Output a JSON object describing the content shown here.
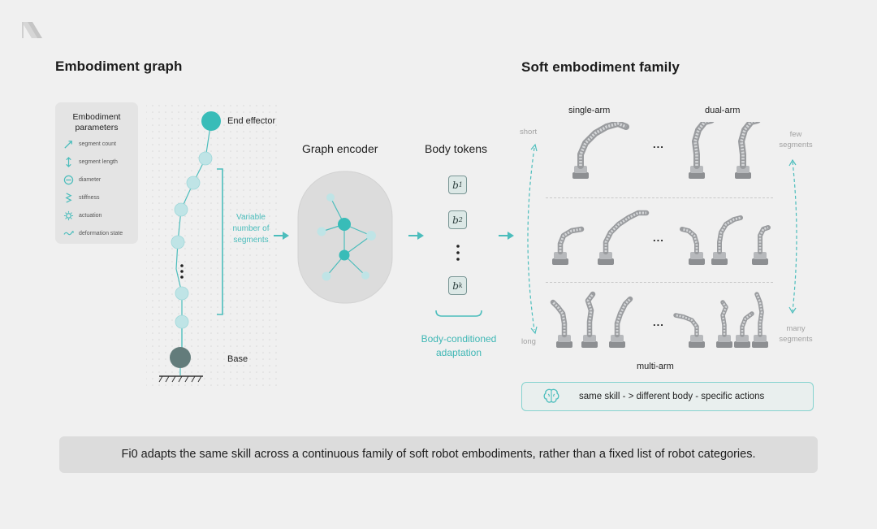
{
  "logo_icon": "diagonal-stripes-logo",
  "titles": {
    "left": "Embodiment graph",
    "right": "Soft embodiment family"
  },
  "params_card": {
    "title": "Embodiment parameters",
    "items": [
      {
        "icon": "diagonal-arrow-icon",
        "label": "segment count"
      },
      {
        "icon": "vertical-arrow-icon",
        "label": "segment length"
      },
      {
        "icon": "circle-minus-icon",
        "label": "diameter"
      },
      {
        "icon": "zigzag-icon",
        "label": "stiffness"
      },
      {
        "icon": "gear-icon",
        "label": "actuation"
      },
      {
        "icon": "wave-icon",
        "label": "deformation state"
      }
    ]
  },
  "graph": {
    "end_effector": "End effector",
    "base": "Base",
    "variable_label": "Variable number of segments"
  },
  "encoder": {
    "title": "Graph encoder"
  },
  "tokens": {
    "title": "Body tokens",
    "items": [
      {
        "base": "b",
        "sub": "1"
      },
      {
        "base": "b",
        "sub": "2"
      },
      {
        "base": "b",
        "sub": "k"
      }
    ],
    "caption_line1": "Body-conditioned",
    "caption_line2": "adaptation"
  },
  "family": {
    "col_single": "single-arm",
    "col_dual": "dual-arm",
    "col_multi": "multi-arm",
    "length_short": "short",
    "length_long": "long",
    "segments_few_1": "few",
    "segments_few_2": "segments",
    "segments_many_1": "many",
    "segments_many_2": "segments",
    "ellipsis": "..."
  },
  "skill_box": {
    "icon": "brain-icon",
    "text": "same skill - > different body - specific actions"
  },
  "caption": "Fi0 adapts the same skill across a continuous family of soft robot embodiments, rather than a fixed list of robot categories.",
  "colors": {
    "background": "#f0f0f0",
    "teal": "#4bbdbc",
    "node_light": "#bfe4e6",
    "node_dark": "#2fb6b3",
    "base_node": "#637c7b"
  }
}
